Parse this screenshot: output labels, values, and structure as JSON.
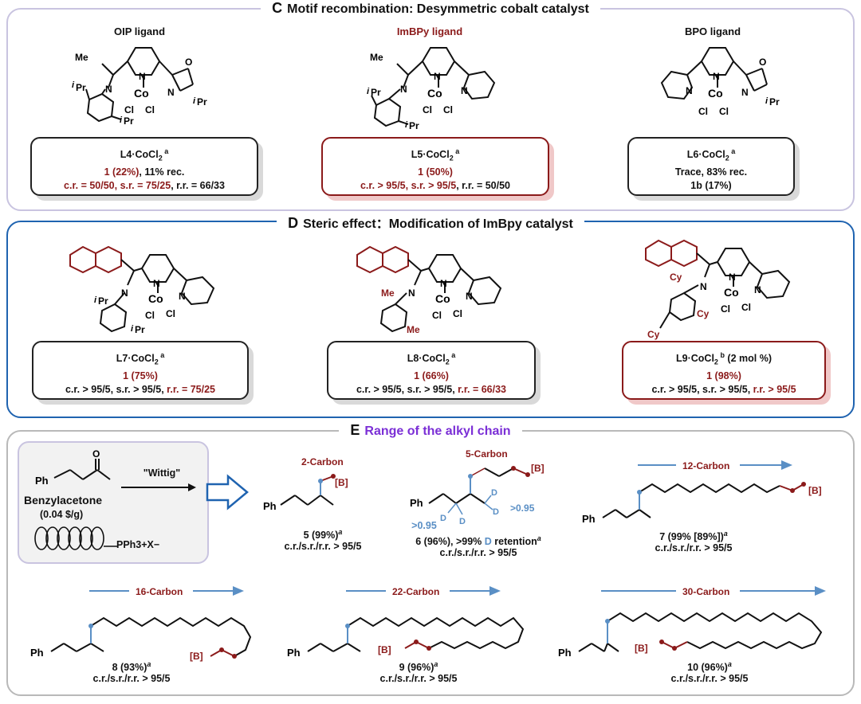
{
  "panel_c": {
    "letter": "C",
    "title": "Motif recombination: Desymmetric cobalt catalyst",
    "ligands": [
      {
        "name": "OIP ligand",
        "catalyst": "L4·CoCl",
        "sup": "a",
        "yield": "1 (22%)",
        "rest": ", 11% rec.",
        "line3_red": "c.r. = 50/50, s.r. = 75/25",
        "line3_black": ", r.r. = 66/33"
      },
      {
        "name": "ImBPy ligand",
        "catalyst": "L5·CoCl",
        "sup": "a",
        "yield": "1 (50%)",
        "line3_red": "c.r. > 95/5, s.r. > 95/5",
        "line3_black": ", r.r. = 50/50"
      },
      {
        "name": "BPO ligand",
        "catalyst": "L6·CoCl",
        "sup": "a",
        "line2": "Trace, 83% rec.",
        "line3": "1b (17%)"
      }
    ]
  },
  "panel_d": {
    "letter": "D",
    "title": "Steric effect：Modification of ImBpy catalyst",
    "catalysts": [
      {
        "catalyst": "L7·CoCl",
        "sup": "a",
        "yield": "1 (75%)",
        "line3_black": "c.r. > 95/5, s.r. > 95/5, ",
        "line3_red": "r.r. = 75/25"
      },
      {
        "catalyst": "L8·CoCl",
        "sup": "a",
        "yield": "1 (66%)",
        "line3_black": "c.r. > 95/5, s.r. > 95/5, ",
        "line3_red": "r.r. = 66/33"
      },
      {
        "catalyst": "L9·CoCl",
        "sup": "b",
        "loading": " (2 mol %)",
        "yield": "1 (98%)",
        "line3_black": "c.r. > 95/5, s.r. > 95/5, ",
        "line3_red": "r.r. > 95/5"
      }
    ]
  },
  "panel_e": {
    "letter": "E",
    "title": "Range of the alkyl chain",
    "start_name": "Benzylacetone",
    "start_price": "(0.04 $/g)",
    "reagent": "\"Wittig\"",
    "phosphonium": "PPh3+X−",
    "products": [
      {
        "chain": "2-Carbon",
        "label": "5 (99%)",
        "sup": "a",
        "ratio": "c.r./s.r./r.r. > 95/5"
      },
      {
        "chain": "5-Carbon",
        "label": "6 (96%), >99% ",
        "d_word": "D",
        "retention": " retention",
        "sup": "a",
        "ratio": "c.r./s.r./r.r. > 95/5",
        "d_note": ">0.95"
      },
      {
        "chain": "12-Carbon",
        "label": "7 (99% [89%])",
        "sup": "a",
        "ratio": "c.r./s.r./r.r. > 95/5"
      },
      {
        "chain": "16-Carbon",
        "label": "8 (93%)",
        "sup": "a",
        "ratio": "c.r./s.r./r.r. > 95/5"
      },
      {
        "chain": "22-Carbon",
        "label": "9 (96%)",
        "sup": "a",
        "ratio": "c.r./s.r./r.r. > 95/5"
      },
      {
        "chain": "30-Carbon",
        "label": "10 (96%)",
        "sup": "a",
        "ratio": "c.r./s.r./r.r. > 95/5"
      }
    ]
  },
  "atoms": {
    "co": "Co",
    "n": "N",
    "o": "O",
    "cl": "Cl",
    "me": "Me",
    "ipr": "Pr",
    "iso": "i",
    "cy": "Cy",
    "ph": "Ph",
    "b": "[B]",
    "d": "D"
  },
  "colors": {
    "red": "#8b1a1a",
    "blue": "#5a8fc5",
    "purple": "#7b2fd6",
    "panel_d_border": "#1f63b0"
  }
}
